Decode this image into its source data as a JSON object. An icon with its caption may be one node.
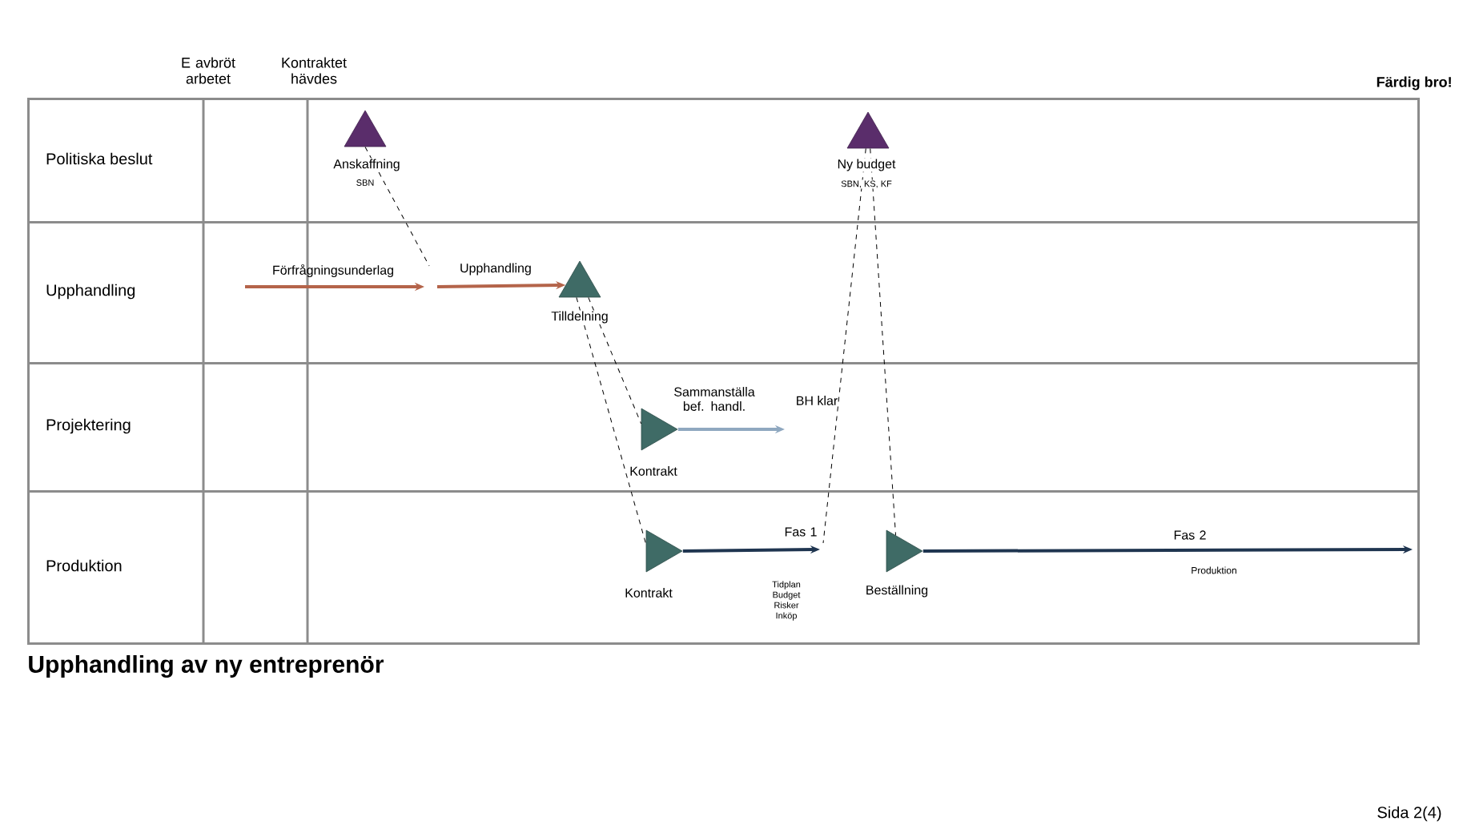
{
  "diagram": {
    "title": "Upphandling av ny entreprenör",
    "nodes": [
      {
        "text": [
          "Politiska beslut"
        ]
      },
      {
        "text": [
          "Anskaffning",
          "SBN"
        ],
        "in": 0
      },
      {
        "text": [
          "Ny budget",
          "SBN, KS, KF"
        ],
        "in": 0
      },
      {
        "text": [
          "Upphandling"
        ]
      },
      {
        "text": [
          "Tilldelning"
        ],
        "in": 3
      },
      {
        "text": [
          "Projektering"
        ]
      },
      {
        "text": [
          "Kontrakt"
        ],
        "in": 5
      },
      {
        "text": [
          "Produktion"
        ]
      },
      {
        "text": [
          "Kontrakt"
        ],
        "in": 7
      },
      {
        "text": [
          "Beställning"
        ],
        "in": 7
      }
    ],
    "edges": [
      {
        "from": null,
        "to": 4,
        "arrow": "to",
        "label": "Upphandling",
        "style": "thick",
        "color": "#b4644a"
      },
      {
        "from": 6,
        "to": null,
        "arrow": "to",
        "label": "Sammanställa bef. handl.",
        "style": "thick",
        "color": "#8fa8c0"
      },
      {
        "from": 8,
        "to": null,
        "arrow": "to",
        "label": "Fas 1",
        "style": "thick",
        "color": "#1f3550"
      },
      {
        "from": 9,
        "to": null,
        "arrow": "to",
        "label": "Fas 2",
        "style": "thick",
        "color": "#1f3550"
      },
      {
        "from": 1,
        "to": null,
        "arrow": "none",
        "style": "dashed"
      },
      {
        "from": 4,
        "to": 6,
        "arrow": "none",
        "style": "dashed"
      },
      {
        "from": 4,
        "to": 8,
        "arrow": "none",
        "style": "dashed"
      },
      {
        "from": 2,
        "to": null,
        "arrow": "none",
        "style": "dashed"
      },
      {
        "from": 2,
        "to": 9,
        "arrow": "none",
        "style": "dashed"
      }
    ],
    "labels": [
      "E avbröt arbetet",
      "Kontraktet hävdes",
      "Färdig bro!",
      "Förfrågningsunderlag",
      "BH klar",
      "Tidplan Budget Risker Inköp",
      "Produktion",
      "Sida 2(4)"
    ]
  }
}
